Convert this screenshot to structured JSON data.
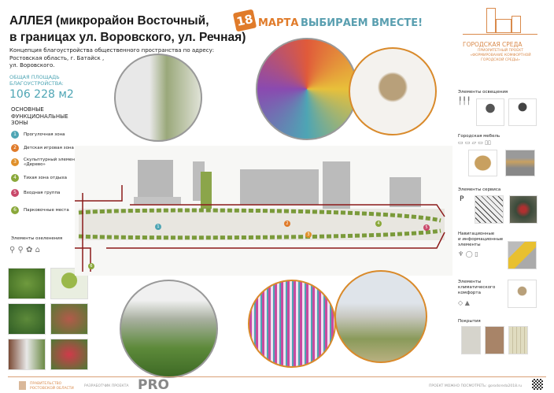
{
  "header": {
    "title_line1": "АЛЛЕЯ (микрорайон Восточный,",
    "title_line2": "в границах ул. Воровского, ул. Речная)",
    "badge_number": "18",
    "badge_month": "МАРТА",
    "slogan": "ВЫБИРАЕМ ВМЕСТЕ!",
    "intro": [
      "Концепция благоустройства общественного пространства по адресу:",
      "Ростовская область, г. Батайск ,",
      "ул. Воровского."
    ],
    "area_label": [
      "ОБЩАЯ ПЛОЩАДЬ",
      "БЛАГОУСТРОЙСТВА:"
    ],
    "area_value": "106 228 м2"
  },
  "zones": {
    "heading": [
      "ОСНОВНЫЕ",
      "ФУНКЦИОНАЛЬНЫЕ",
      "ЗОНЫ"
    ],
    "items": [
      {
        "num": "1",
        "label": "Прогулочная зона",
        "color": "#4ea5b4"
      },
      {
        "num": "2",
        "label": "Детская игровая зона",
        "color": "#e07b2a"
      },
      {
        "num": "3",
        "label": "Скульптурный элемент «Дерево»",
        "color": "#e0902a"
      },
      {
        "num": "4",
        "label": "Тихая зона отдыха",
        "color": "#8aa83a"
      },
      {
        "num": "5",
        "label": "Входная группа",
        "color": "#c9486a"
      },
      {
        "num": "6",
        "label": "Парковочные места",
        "color": "#8aa83a"
      }
    ]
  },
  "greenery_label": "Элементы озеленения",
  "logo": {
    "name": "ГОРОДСКАЯ СРЕДА",
    "subtitle": [
      "ПРИОРИТЕТНЫЙ ПРОЕКТ",
      "«ФОРМИРОВАНИЕ КОМФОРТНОЙ",
      "ГОРОДСКОЙ СРЕДЫ»"
    ],
    "color": "#d98a4b"
  },
  "sections": {
    "lighting": "Элементы освещения",
    "furniture": "Городская мебель",
    "service": "Элементы сервиса",
    "parking_symbol": "P",
    "navigation": [
      "Навигационные",
      "и информационные",
      "элементы"
    ],
    "climate": [
      "Элементы",
      "климатического",
      "комфорта"
    ],
    "coverings": "Покрытия"
  },
  "footer": {
    "gov": [
      "ПРАВИТЕЛЬСТВО",
      "РОСТОВСКОЙ ОБЛАСТИ"
    ],
    "developer_label": "РАЗРАБОТЧИК ПРОЕКТА",
    "developer_logo": "PRO",
    "link_text": "ПРОЕКТ МОЖНО ПОСМОТРЕТЬ: gorodsreda2018.ru"
  }
}
